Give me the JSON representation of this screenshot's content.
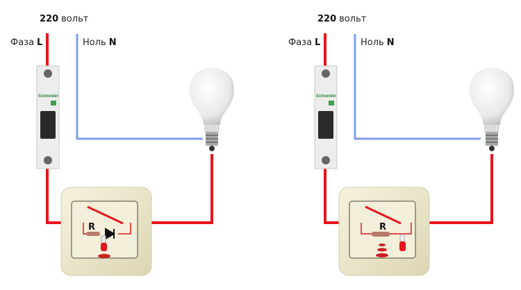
{
  "diagrams": [
    {
      "voltage": "220",
      "voltage_unit": "вольт",
      "phase_label": "Фаза",
      "phase_letter": "L",
      "neutral_label": "Ноль",
      "neutral_letter": "N",
      "resistor_label": "R",
      "breaker_brand": "Schneider",
      "variant": "resistor + diode + LED"
    },
    {
      "voltage": "220",
      "voltage_unit": "вольт",
      "phase_label": "Фаза",
      "phase_letter": "L",
      "neutral_label": "Ноль",
      "neutral_letter": "N",
      "resistor_label": "R",
      "breaker_brand": "Schneider",
      "variant": "resistor + LED"
    }
  ],
  "colors": {
    "phase": "#e8141c",
    "neutral": "#7f9cf0",
    "switch_plate": "#efead2"
  }
}
